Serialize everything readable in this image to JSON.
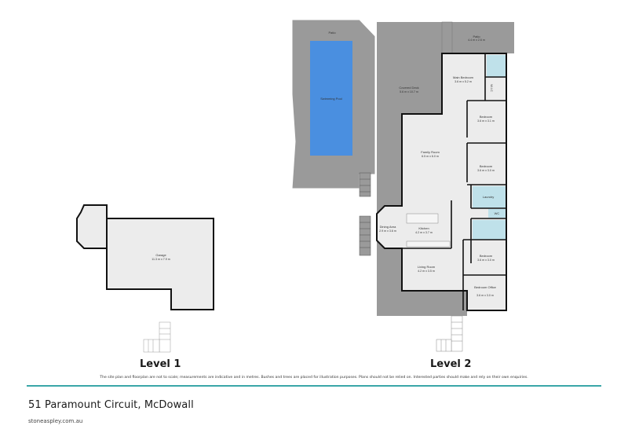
{
  "levels": [
    {
      "title": "Level 1",
      "rooms": [
        {
          "name": "Garage",
          "dims": "11.3 m x 7.9 m"
        }
      ]
    },
    {
      "title": "Level 2",
      "rooms": [
        {
          "name": "Patio",
          "dims": ""
        },
        {
          "name": "Swimming Pool",
          "dims": ""
        },
        {
          "name": "Covered Deck",
          "dims": "5.6 m x 10.7 m"
        },
        {
          "name": "Patio",
          "dims": "4.4 m x 2.6 m"
        },
        {
          "name": "Main Bedroom",
          "dims": "3.6 m x 5.2 m"
        },
        {
          "name": "W.I.C",
          "dims": ""
        },
        {
          "name": "Bedroom",
          "dims": "3.6 m x 3.1 m"
        },
        {
          "name": "Family Room",
          "dims": "6.5 m x 6.0 m"
        },
        {
          "name": "Bedroom",
          "dims": "3.6 m x 3.0 m"
        },
        {
          "name": "Laundry",
          "dims": ""
        },
        {
          "name": "WC",
          "dims": ""
        },
        {
          "name": "Dining Area",
          "dims": "2.9 m x 3.6 m"
        },
        {
          "name": "Kitchen",
          "dims": "4.2 m x 3.7 m"
        },
        {
          "name": "Bedroom",
          "dims": "3.6 m x 3.0 m"
        },
        {
          "name": "Living Room",
          "dims": "4.2 m x 3.5 m"
        },
        {
          "name": "Bedroom Office",
          "dims": "3.6 m x 3.0 m"
        }
      ]
    }
  ],
  "disclaimer": "The site plan and floorplan are not to scale; measurements are indicative and in metres. Bushes and trees are placed for illustration purposes. Plans should not be relied on. Interested parties should make and rely on their own enquiries.",
  "footer": {
    "address": "51 Paramount Circuit, McDowall",
    "website": "stoneaspley.com.au"
  },
  "colors": {
    "deck_grey": "#9a9a9a",
    "room_fill": "#ececec",
    "pool_blue": "#4a8fe0",
    "wet_area": "#bfe1ea",
    "wall": "#111111",
    "accent_teal": "#3aa6a8"
  }
}
